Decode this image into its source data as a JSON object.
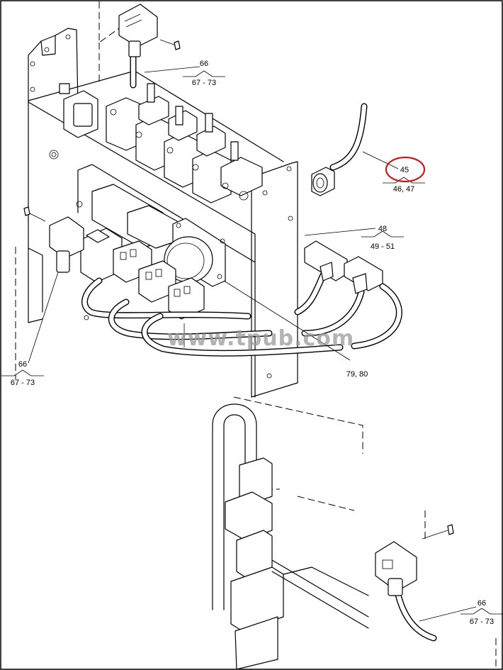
{
  "watermark": "www.tpub.com",
  "callouts": [
    {
      "id": "c66a",
      "item": "66",
      "range": "67 - 73"
    },
    {
      "id": "c45",
      "item": "45",
      "range": "46, 47",
      "highlighted": true
    },
    {
      "id": "c48",
      "item": "48",
      "range": "49 - 51"
    },
    {
      "id": "c66b",
      "item": "66",
      "range": "67 - 73"
    },
    {
      "id": "c7980",
      "item": "79, 80"
    },
    {
      "id": "c66c",
      "item": "66",
      "range": "67 - 73"
    }
  ],
  "colors": {
    "line": "#000000",
    "highlight": "#d01818",
    "watermark": "#9a9a9a"
  }
}
